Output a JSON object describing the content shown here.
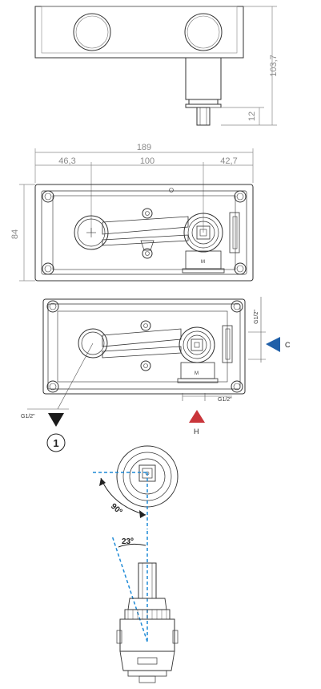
{
  "top_view": {
    "dim_height": "103,7",
    "dim_stub": "12"
  },
  "front_view": {
    "dim_total": "189",
    "dim_left": "46,3",
    "dim_center": "100",
    "dim_right": "42,7",
    "dim_height": "84",
    "marking": "M"
  },
  "connection_view": {
    "thread_vertical": "G1/2\"",
    "thread_right": "G1/2\"",
    "thread_left": "G1/2\"",
    "cold_label": "C",
    "hot_label": "H",
    "outlet_number": "1",
    "marking": "M",
    "colors": {
      "cold": "#1f5fa8",
      "hot": "#c9353a",
      "outlet": "#1a1a1a"
    }
  },
  "cartridge_view": {
    "angle_rotation": "90º",
    "angle_tilt": "23º",
    "colors": {
      "guide": "#1e8ad6"
    }
  }
}
